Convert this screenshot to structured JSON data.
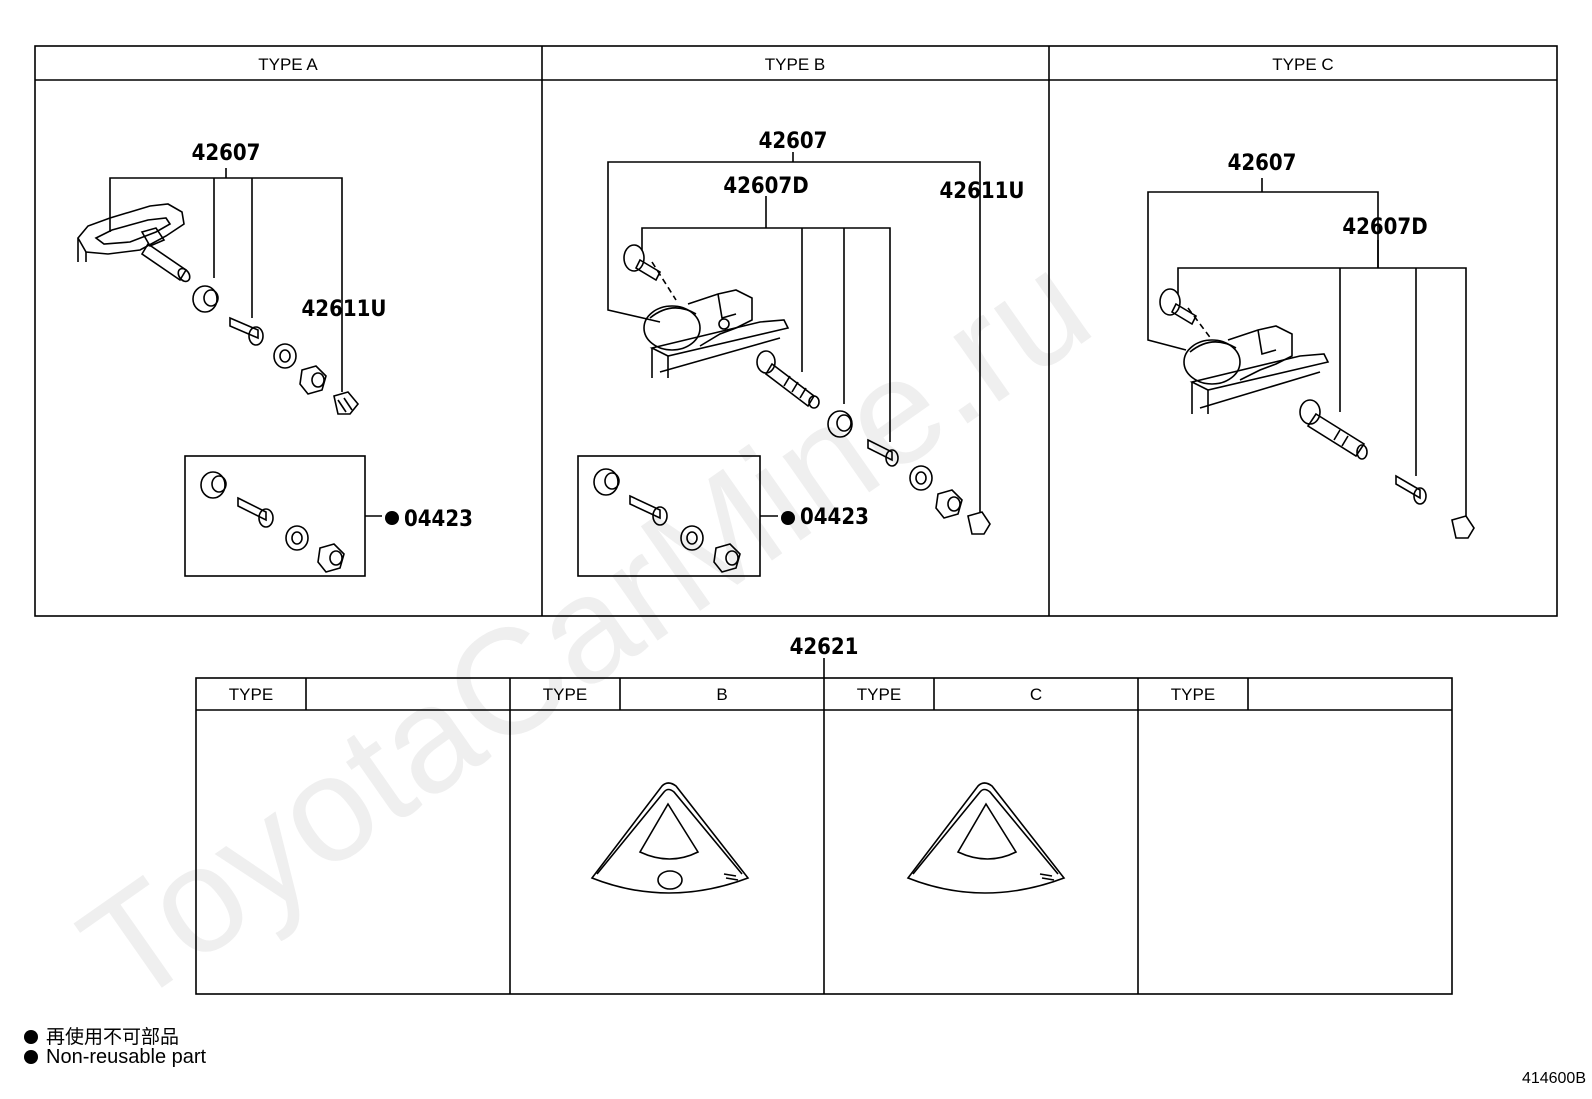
{
  "watermark": "ToyotaCarMine.ru",
  "panels": {
    "type_a": {
      "header": "TYPE A",
      "parts": {
        "assembly": "42607",
        "cap": "42611U",
        "kit": "04423"
      }
    },
    "type_b": {
      "header": "TYPE B",
      "parts": {
        "assembly": "42607",
        "sensor": "42607D",
        "cap": "42611U",
        "kit": "04423"
      }
    },
    "type_c": {
      "header": "TYPE C",
      "parts": {
        "assembly": "42607",
        "sensor": "42607D"
      }
    }
  },
  "lower": {
    "part_number": "42621",
    "columns": [
      {
        "label": "TYPE",
        "value": ""
      },
      {
        "label": "TYPE",
        "value": "B"
      },
      {
        "label": "TYPE",
        "value": "C"
      },
      {
        "label": "TYPE",
        "value": ""
      }
    ]
  },
  "legend": {
    "jp": "再使用不可部品",
    "en": "Non-reusable part"
  },
  "diagram_code": "414600B"
}
